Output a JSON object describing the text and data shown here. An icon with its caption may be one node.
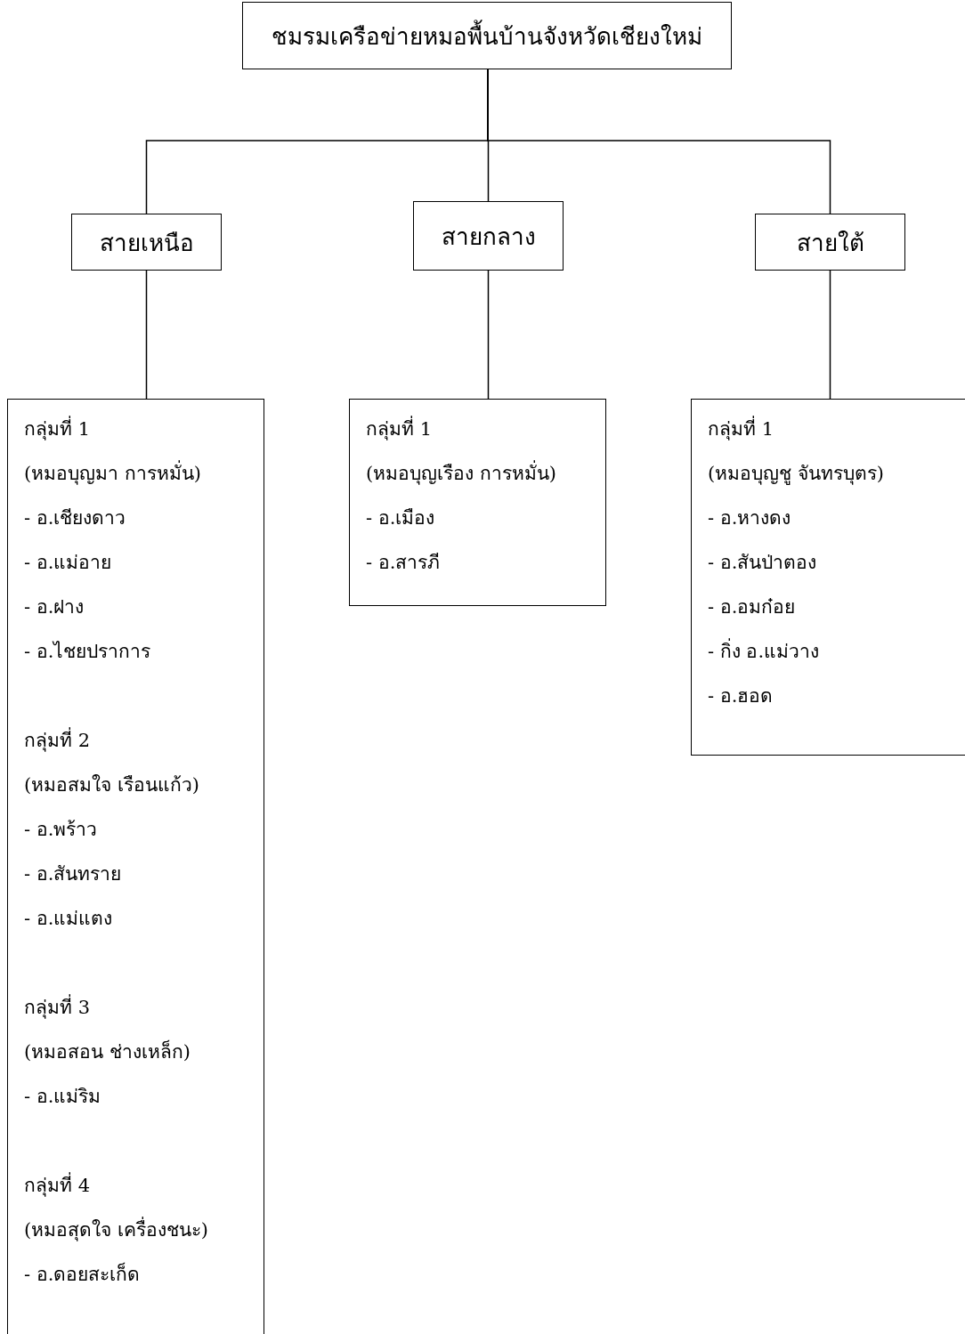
{
  "diagram": {
    "nodes": [
      {
        "text": [
          "ชมรมเครือข่ายหมอพื้นบ้านจังหวัดเชียงใหม่"
        ]
      },
      {
        "text": [
          "สายเหนือ"
        ]
      },
      {
        "text": [
          "สายกลาง"
        ]
      },
      {
        "text": [
          "สายใต้"
        ]
      },
      {
        "text": [
          "กลุ่มที่ 1",
          "(หมอบุญมา การหมั่น)",
          "- อ.เชียงดาว",
          "- อ.แม่อาย",
          "- อ.ฝาง",
          "- อ.ไชยปราการ",
          "กลุ่มที่ 2",
          "(หมอสมใจ เรือนแก้ว)",
          "- อ.พร้าว",
          "- อ.สันทราย",
          "- อ.แม่แตง",
          "กลุ่มที่ 3",
          "(หมอสอน ช่างเหล็ก)",
          "- อ.แม่ริม",
          "กลุ่มที่ 4",
          "(หมอสุดใจ เครื่องชนะ)",
          "- อ.ดอยสะเก็ด"
        ]
      },
      {
        "text": [
          "กลุ่มที่ 1",
          "(หมอบุญเรือง การหมั่น)",
          "- อ.เมือง",
          "- อ.สารภี"
        ]
      },
      {
        "text": [
          "กลุ่มที่ 1",
          "(หมอบุญชู จันทรบุตร)",
          "- อ.หางดง",
          "- อ.สันป่าตอง",
          "- อ.อมก๋อย",
          "- กิ่ง อ.แม่วาง",
          "- อ.ฮอด"
        ]
      }
    ],
    "edges": [
      {
        "from": 0,
        "to": 1,
        "arrow": "none"
      },
      {
        "from": 0,
        "to": 2,
        "arrow": "none"
      },
      {
        "from": 0,
        "to": 3,
        "arrow": "none"
      },
      {
        "from": 1,
        "to": 4,
        "arrow": "none"
      },
      {
        "from": 2,
        "to": 5,
        "arrow": "none"
      },
      {
        "from": 3,
        "to": 6,
        "arrow": "none"
      }
    ]
  }
}
